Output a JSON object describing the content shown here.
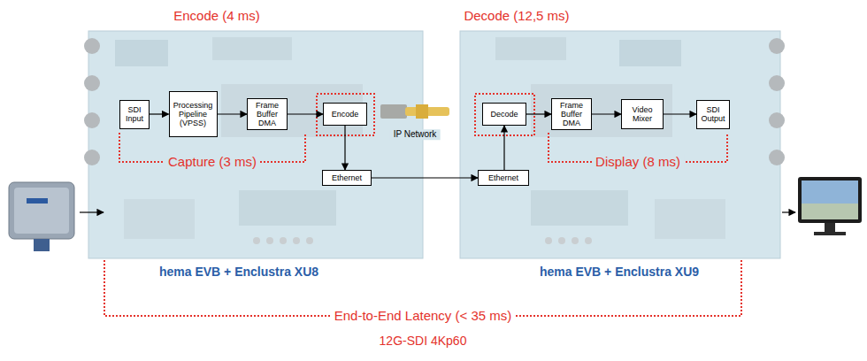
{
  "diagram": {
    "nodes": [
      {
        "text": [
          "SDI Input"
        ]
      },
      {
        "text": [
          "Processing Pipeline (VPSS)"
        ]
      },
      {
        "text": [
          "Frame Buffer DMA"
        ]
      },
      {
        "text": [
          "Encode"
        ]
      },
      {
        "text": [
          "Ethernet"
        ]
      },
      {
        "text": [
          "Ethernet"
        ]
      },
      {
        "text": [
          "Decode"
        ]
      },
      {
        "text": [
          "Frame Buffer DMA"
        ]
      },
      {
        "text": [
          "Video Mixer"
        ]
      },
      {
        "text": [
          "SDI Output"
        ]
      }
    ],
    "edges": [
      {
        "from": 0,
        "to": 1,
        "arrow": "to"
      },
      {
        "from": 1,
        "to": 2,
        "arrow": "to"
      },
      {
        "from": 2,
        "to": 3,
        "arrow": "to"
      },
      {
        "from": 3,
        "to": 4,
        "arrow": "to"
      },
      {
        "from": 4,
        "to": 5,
        "arrow": "to"
      },
      {
        "from": 5,
        "to": 6,
        "arrow": "to"
      },
      {
        "from": 6,
        "to": 7,
        "arrow": "to"
      },
      {
        "from": 7,
        "to": 8,
        "arrow": "to"
      },
      {
        "from": 8,
        "to": 9,
        "arrow": "to"
      }
    ],
    "labels": [
      "Encode (4 ms)",
      "Decode (12,5 ms)",
      "Capture (3 ms)",
      "Display (8 ms)",
      "IP Network",
      "hema EVB + Enclustra XU8",
      "hema EVB + Enclustra XU9",
      "End-to-End Latency (< 35 ms)",
      "12G-SDI 4Kp60"
    ]
  }
}
